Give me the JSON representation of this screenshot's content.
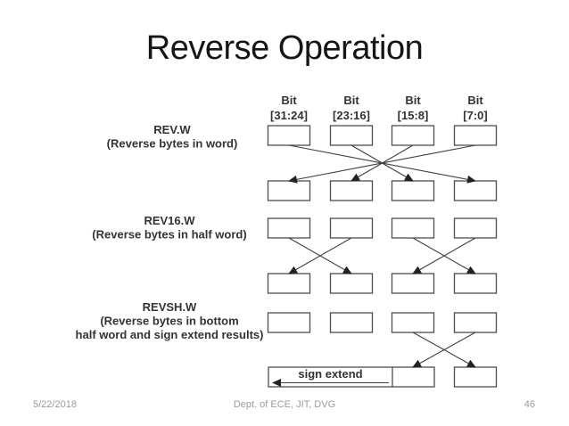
{
  "slide": {
    "title": "Reverse Operation"
  },
  "footer": {
    "date": "5/22/2018",
    "department": "Dept. of ECE, JIT, DVG",
    "page_number": "46"
  },
  "diagram": {
    "bit_labels": [
      {
        "title": "Bit",
        "range": "[31:24]"
      },
      {
        "title": "Bit",
        "range": "[23:16]"
      },
      {
        "title": "Bit",
        "range": "[15:8]"
      },
      {
        "title": "Bit",
        "range": "[7:0]"
      }
    ],
    "operations": [
      {
        "name": "REV.W",
        "label_lines": [
          "REV.W",
          "(Reverse bytes in word)"
        ],
        "byte_mapping": [
          [
            1,
            4
          ],
          [
            2,
            3
          ],
          [
            3,
            2
          ],
          [
            4,
            1
          ]
        ]
      },
      {
        "name": "REV16.W",
        "label_lines": [
          "REV16.W",
          "(Reverse bytes in half word)"
        ],
        "byte_mapping": [
          [
            1,
            2
          ],
          [
            2,
            1
          ],
          [
            3,
            4
          ],
          [
            4,
            3
          ]
        ]
      },
      {
        "name": "REVSH.W",
        "label_lines": [
          "REVSH.W",
          "(Reverse bytes in bottom",
          "half word and sign extend results)"
        ],
        "byte_mapping": [
          [
            3,
            4
          ],
          [
            4,
            3
          ]
        ],
        "sign_extend_label": "sign extend"
      }
    ],
    "colors": {
      "box_border": "#4d4d4d",
      "line": "#3f3f3f",
      "arrow_fill": "#222222",
      "text": "#333333"
    }
  }
}
